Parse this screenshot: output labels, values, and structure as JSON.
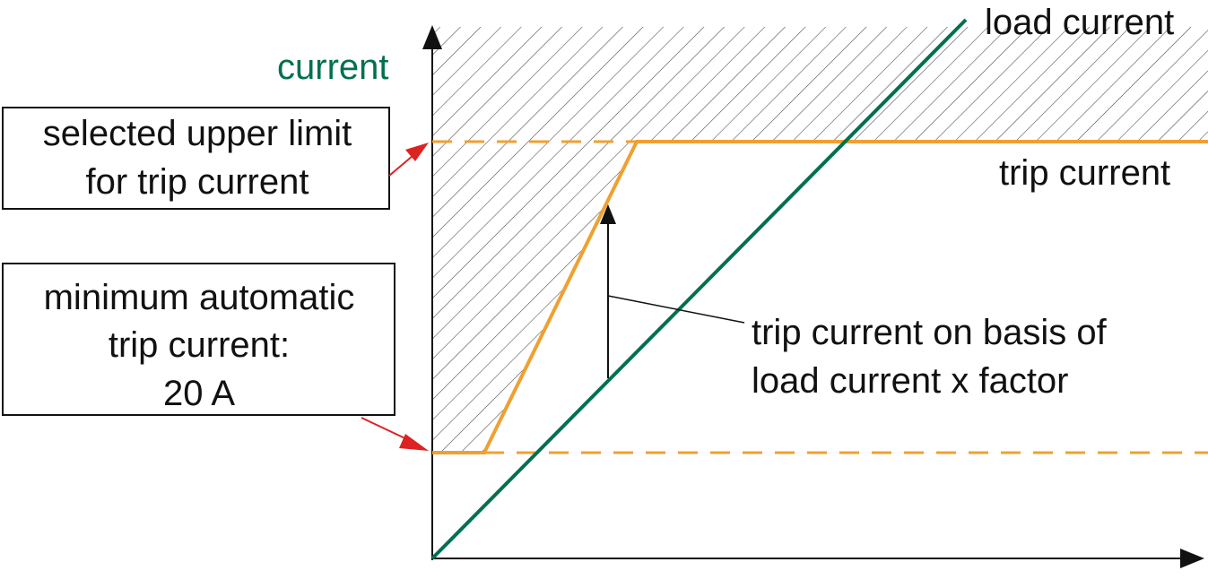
{
  "axis": {
    "y_label": "current"
  },
  "curves": {
    "load_current_label": "load current",
    "trip_current_label": "trip current"
  },
  "callouts": {
    "upper_limit": {
      "line1": "selected upper limit",
      "line2": "for trip current"
    },
    "minimum_trip": {
      "line1": "minimum automatic",
      "line2": "trip current:",
      "line3": "20 A"
    },
    "factor_note": {
      "line1": "trip current on basis of",
      "line2": "load current x factor"
    }
  },
  "colors": {
    "axis": "#111111",
    "load_current": "#007050",
    "trip_current": "#f0a030",
    "arrow_red": "#dd2222",
    "hatch": "#333333",
    "y_label": "#007050"
  }
}
